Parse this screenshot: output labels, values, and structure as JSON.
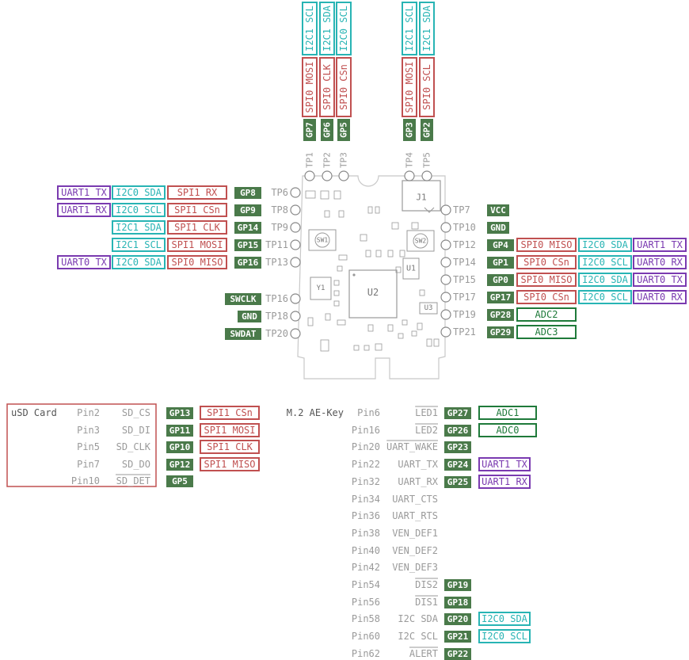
{
  "colors": {
    "gp_fill": "#4a7a4a",
    "gp_text": "#ffffff",
    "spi": "#c05050",
    "i2c": "#28b4b4",
    "uart": "#7a3ab0",
    "adc": "#1f7a3a",
    "outline": "#c8c8c8",
    "label": "#9a9a9a",
    "dark": "#555555",
    "power": "#2e6b3a"
  },
  "top": {
    "tp1": {
      "tp": "TP1",
      "gp": "GP7",
      "spi": "SPI0 MOSI",
      "i2c": "I2C1 SCL"
    },
    "tp2": {
      "tp": "TP2",
      "gp": "GP6",
      "spi": "SPI0 CLK",
      "i2c": "I2C1 SDA"
    },
    "tp3": {
      "tp": "TP3",
      "gp": "GP5",
      "spi": "SPI0 CSn",
      "i2c": "I2C0 SCL"
    },
    "tp4": {
      "tp": "TP4",
      "gp": "GP3",
      "spi": "SPI0 MOSI",
      "i2c": "I2C1 SCL"
    },
    "tp5": {
      "tp": "TP5",
      "gp": "GP2",
      "spi": "SPI0 SCL",
      "i2c": "I2C1 SDA"
    }
  },
  "left": [
    {
      "tp": "TP6",
      "gp": "GP8",
      "spi": "SPI1 RX",
      "i2c": "I2C0 SDA",
      "uart": "UART1 TX"
    },
    {
      "tp": "TP8",
      "gp": "GP9",
      "spi": "SPI1 CSn",
      "i2c": "I2C0 SCL",
      "uart": "UART1 RX"
    },
    {
      "tp": "TP9",
      "gp": "GP14",
      "spi": "SPI1 CLK",
      "i2c": "I2C1 SDA",
      "uart": ""
    },
    {
      "tp": "TP11",
      "gp": "GP15",
      "spi": "SPI1 MOSI",
      "i2c": "I2C1 SCL",
      "uart": ""
    },
    {
      "tp": "TP13",
      "gp": "GP16",
      "spi": "SPI0 MISO",
      "i2c": "I2C0 SDA",
      "uart": "UART0 TX"
    }
  ],
  "left_debug": [
    {
      "tp": "TP16",
      "signal": "SWCLK"
    },
    {
      "tp": "TP18",
      "signal": "GND"
    },
    {
      "tp": "TP20",
      "signal": "SWDAT"
    }
  ],
  "right_power": [
    {
      "tp": "TP7",
      "signal": "VCC"
    },
    {
      "tp": "TP10",
      "signal": "GND"
    }
  ],
  "right": [
    {
      "tp": "TP12",
      "gp": "GP4",
      "spi": "SPI0 MISO",
      "i2c": "I2C0 SDA",
      "uart": "UART1 TX"
    },
    {
      "tp": "TP14",
      "gp": "GP1",
      "spi": "SPI0 CSn",
      "i2c": "I2C0 SCL",
      "uart": "UART0 RX"
    },
    {
      "tp": "TP15",
      "gp": "GP0",
      "spi": "SPI0 MISO",
      "i2c": "I2C0 SDA",
      "uart": "UART0 TX"
    },
    {
      "tp": "TP17",
      "gp": "GP17",
      "spi": "SPI0 CSn",
      "i2c": "I2C0 SCL",
      "uart": "UART0 RX"
    }
  ],
  "right_adc": [
    {
      "tp": "TP19",
      "gp": "GP28",
      "adc": "ADC2"
    },
    {
      "tp": "TP21",
      "gp": "GP29",
      "adc": "ADC3"
    }
  ],
  "board": {
    "j1": "J1",
    "sw1": "SW1",
    "sw2": "SW2",
    "u1": "U1",
    "u2": "U2",
    "u3": "U3",
    "y1": "Y1"
  },
  "usd": {
    "title": "uSD Card",
    "rows": [
      {
        "pin": "Pin2",
        "signal": "SD_CS",
        "gp": "GP13",
        "spi": "SPI1 CSn"
      },
      {
        "pin": "Pin3",
        "signal": "SD_DI",
        "gp": "GP11",
        "spi": "SPI1 MOSI"
      },
      {
        "pin": "Pin5",
        "signal": "SD_CLK",
        "gp": "GP10",
        "spi": "SPI1 CLK"
      },
      {
        "pin": "Pin7",
        "signal": "SD_DO",
        "gp": "GP12",
        "spi": "SPI1 MISO"
      },
      {
        "pin": "Pin10",
        "signal": "SD_DET",
        "gp": "GP5",
        "spi": ""
      }
    ]
  },
  "m2": {
    "title": "M.2 AE-Key",
    "rows": [
      {
        "pin": "Pin6",
        "signal": "LED1",
        "gp": "GP27",
        "func": "ADC1",
        "kind": "adc"
      },
      {
        "pin": "Pin16",
        "signal": "LED2",
        "gp": "GP26",
        "func": "ADC0",
        "kind": "adc"
      },
      {
        "pin": "Pin20",
        "signal": "UART_WAKE",
        "gp": "GP23",
        "func": "",
        "kind": ""
      },
      {
        "pin": "Pin22",
        "signal": "UART_TX",
        "gp": "GP24",
        "func": "UART1 TX",
        "kind": "uart"
      },
      {
        "pin": "Pin32",
        "signal": "UART_RX",
        "gp": "GP25",
        "func": "UART1 RX",
        "kind": "uart"
      },
      {
        "pin": "Pin34",
        "signal": "UART_CTS",
        "gp": "",
        "func": "",
        "kind": ""
      },
      {
        "pin": "Pin36",
        "signal": "UART_RTS",
        "gp": "",
        "func": "",
        "kind": ""
      },
      {
        "pin": "Pin38",
        "signal": "VEN_DEF1",
        "gp": "",
        "func": "",
        "kind": ""
      },
      {
        "pin": "Pin40",
        "signal": "VEN_DEF2",
        "gp": "",
        "func": "",
        "kind": ""
      },
      {
        "pin": "Pin42",
        "signal": "VEN_DEF3",
        "gp": "",
        "func": "",
        "kind": ""
      },
      {
        "pin": "Pin54",
        "signal": "DIS2",
        "gp": "GP19",
        "func": "",
        "kind": ""
      },
      {
        "pin": "Pin56",
        "signal": "DIS1",
        "gp": "GP18",
        "func": "",
        "kind": ""
      },
      {
        "pin": "Pin58",
        "signal": "I2C SDA",
        "gp": "GP20",
        "func": "I2C0 SDA",
        "kind": "i2c"
      },
      {
        "pin": "Pin60",
        "signal": "I2C SCL",
        "gp": "GP21",
        "func": "I2C0 SCL",
        "kind": "i2c"
      },
      {
        "pin": "Pin62",
        "signal": "ALERT",
        "gp": "GP22",
        "func": "",
        "kind": ""
      }
    ]
  }
}
